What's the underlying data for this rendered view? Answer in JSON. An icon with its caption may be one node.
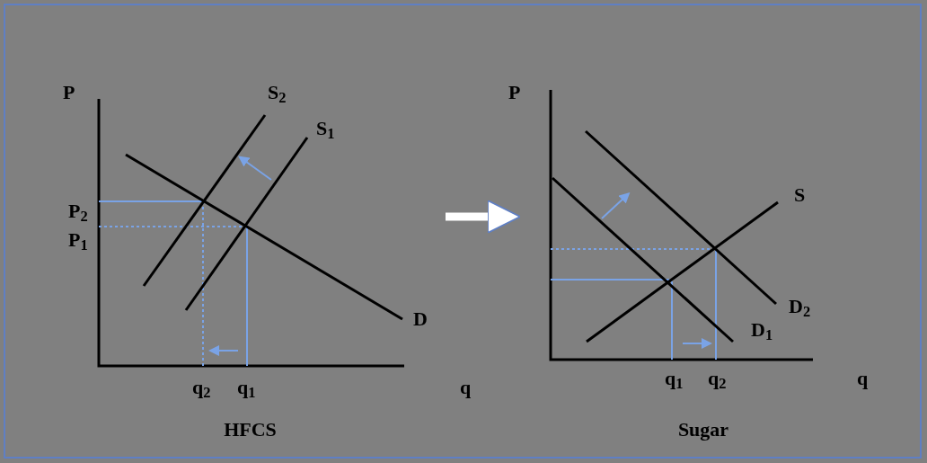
{
  "diagram": {
    "nodes": [
      {
        "text": [
          "HFCS"
        ]
      },
      {
        "text": [
          "Sugar"
        ]
      }
    ],
    "edges": [
      {
        "from": 0,
        "to": 1,
        "arrow": "to"
      }
    ],
    "labels": [
      "P",
      "S$_{2}$",
      "S$_{1}$",
      "P$_{2}$",
      "P$_{1}$",
      "D",
      "q$_{2}$",
      "q$_{1}$",
      "q",
      "P",
      "S",
      "D$_{2}$",
      "D$_{1}$",
      "q$_{1}$",
      "q$_{2}$",
      "q"
    ]
  }
}
